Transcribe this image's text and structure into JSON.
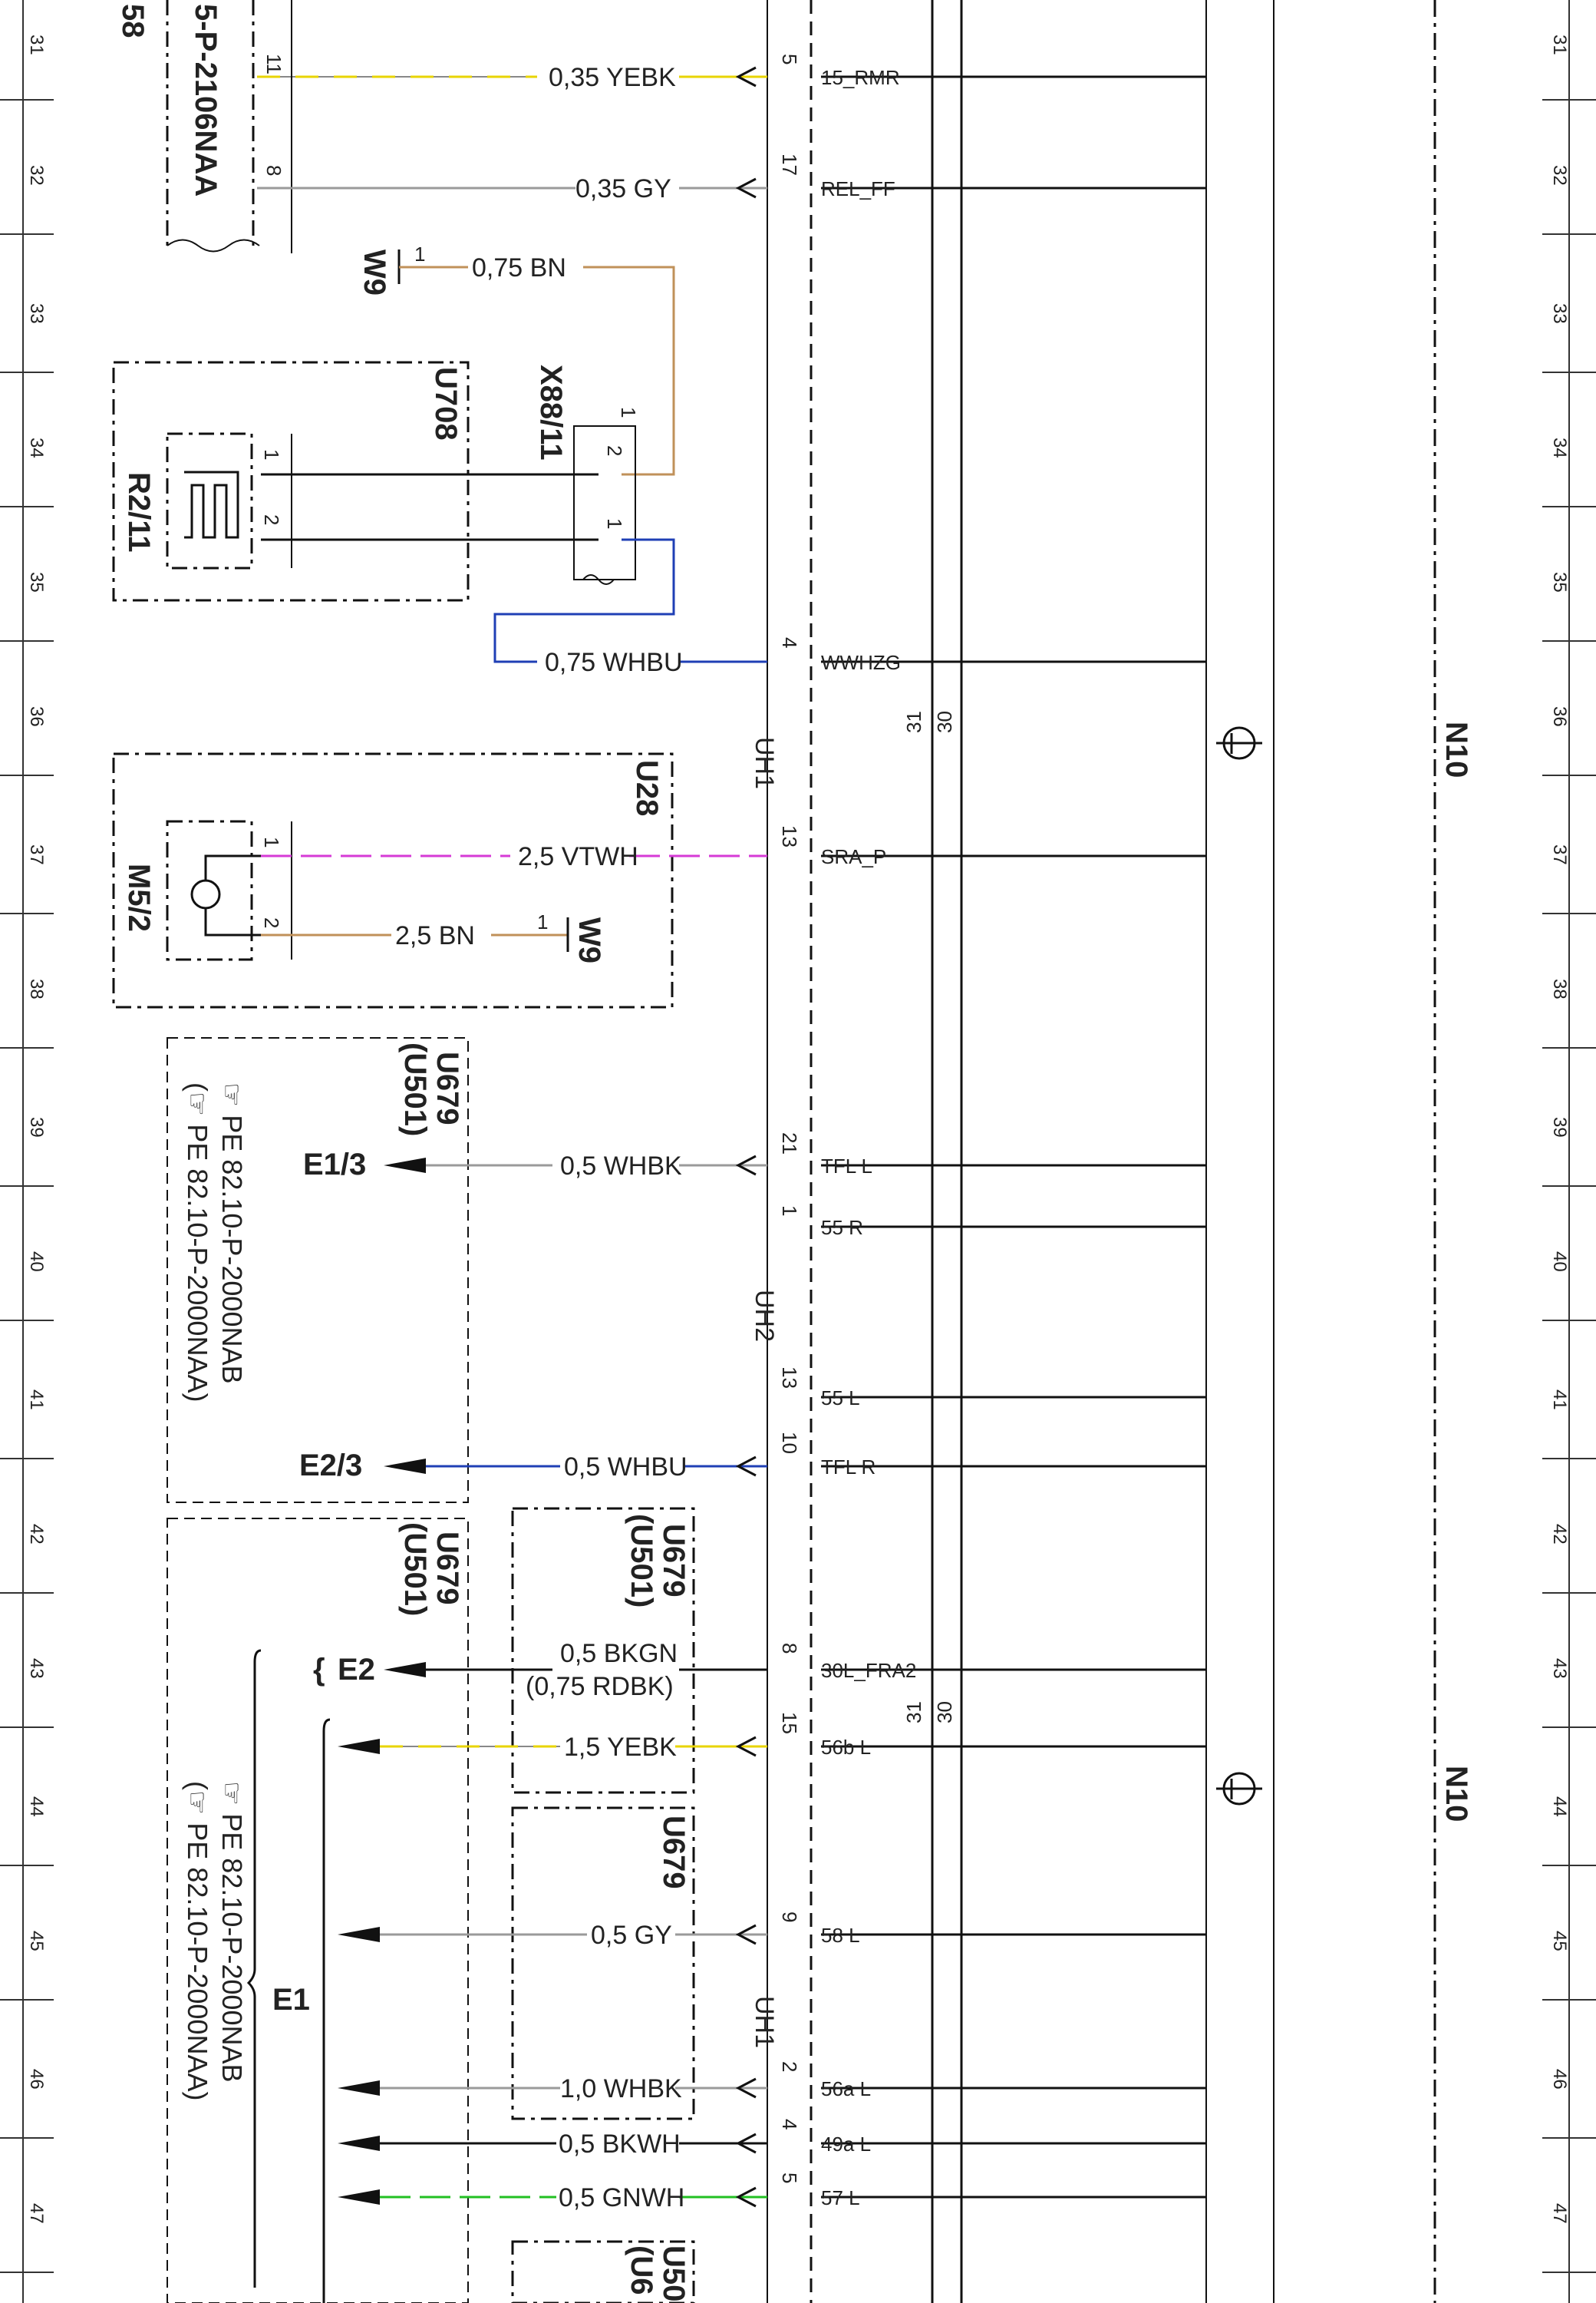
{
  "grid_rows": [
    "31",
    "32",
    "33",
    "34",
    "35",
    "36",
    "37",
    "38",
    "39",
    "40",
    "41",
    "42",
    "43",
    "44",
    "45",
    "46",
    "47"
  ],
  "colors": {
    "yellow": "#e8d400",
    "grey": "#9a9a9a",
    "brown": "#c0915a",
    "blue": "#1f3fb5",
    "magenta": "#d63ad6",
    "green": "#22c022",
    "black": "#111111"
  },
  "components": {
    "top_component_a": "5-P-2106NAA",
    "top_component_b": "58",
    "u708": "U708",
    "r2_11": "R2/11",
    "x88_11": "X88/11",
    "u28": "U28",
    "m5_2": "M5/2",
    "w9": "W9",
    "u679": "U679",
    "u501": "(U501)",
    "u50_cut": "U50",
    "u6_cut": "(U6",
    "uh1": "UH1",
    "uh2": "UH2",
    "n10": "N10",
    "e1_3": "E1/3",
    "e2_3": "E2/3",
    "e2": "E2",
    "e1": "E1",
    "pe_ref_1": "PE 82.10-P-2000NAB",
    "pe_ref_2": "PE 82.10-P-2000NAA"
  },
  "wires": [
    {
      "section": "0,35",
      "color": "YEBK",
      "pin": "5",
      "signal": "15_RMR"
    },
    {
      "section": "0,35",
      "color": "GY",
      "pin": "17",
      "signal": "REL_FF"
    },
    {
      "section": "0,75",
      "color": "BN",
      "pin": "",
      "signal": ""
    },
    {
      "section": "0,75",
      "color": "WHBU",
      "pin": "4",
      "signal": "WWHZG"
    },
    {
      "section": "2,5",
      "color": "VTWH",
      "pin": "13",
      "signal": "SRA_P"
    },
    {
      "section": "2,5",
      "color": "BN",
      "pin": "",
      "signal": ""
    },
    {
      "section": "0,5",
      "color": "WHBK",
      "pin": "21",
      "signal": "TFL L"
    },
    {
      "section": "",
      "color": "",
      "pin": "1",
      "signal": "55 R"
    },
    {
      "section": "",
      "color": "",
      "pin": "13",
      "signal": "55 L"
    },
    {
      "section": "0,5",
      "color": "WHBU",
      "pin": "10",
      "signal": "TFL R"
    },
    {
      "section": "0,5",
      "color": "BKGN",
      "pin": "8",
      "signal": "30L_FRA2"
    },
    {
      "section": "1,5",
      "color": "YEBK",
      "pin": "15",
      "signal": "56b L"
    },
    {
      "section": "0,5",
      "color": "GY",
      "pin": "9",
      "signal": "58 L"
    },
    {
      "section": "1,0",
      "color": "WHBK",
      "pin": "2",
      "signal": "56a L"
    },
    {
      "section": "0,5",
      "color": "BKWH",
      "pin": "4",
      "signal": "49a L"
    },
    {
      "section": "0,5",
      "color": "GNWH",
      "pin": "5",
      "signal": "57 L"
    }
  ],
  "alt_wire": "(0,75 RDBK)",
  "pin_numbers": {
    "p1": "1",
    "p2": "2",
    "p8": "8",
    "p11": "11"
  },
  "bus": {
    "b30": "30",
    "b31": "31"
  }
}
